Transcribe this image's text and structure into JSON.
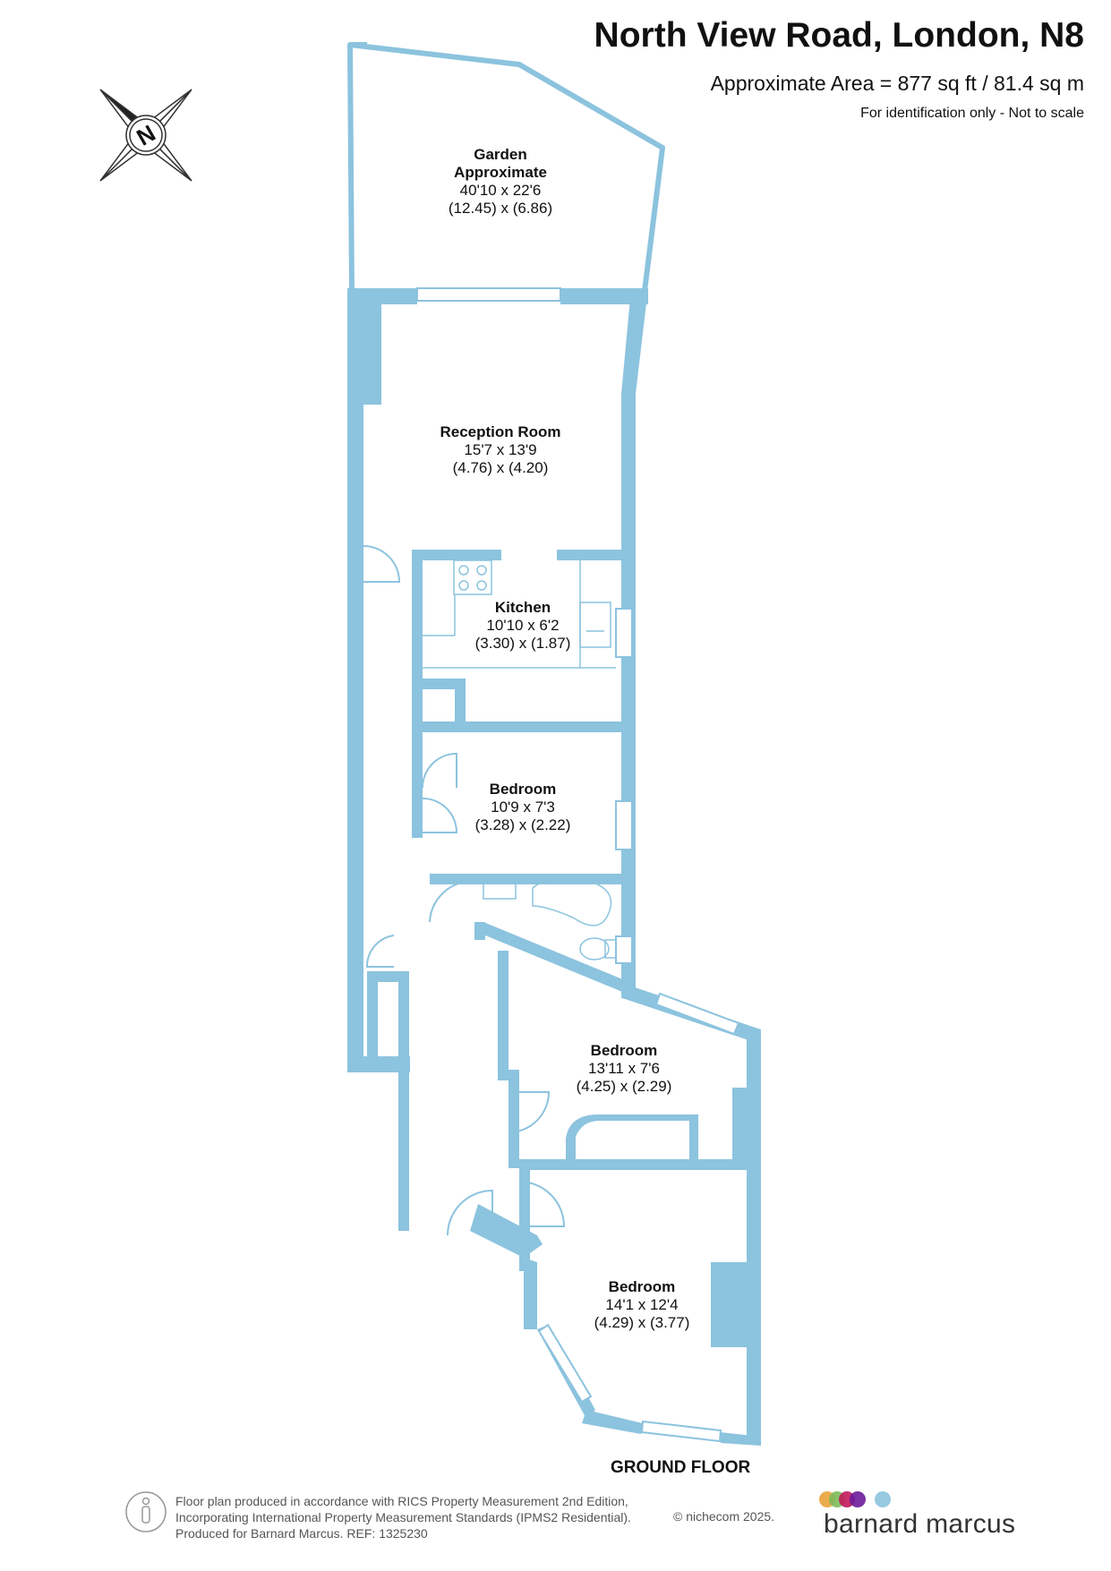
{
  "header": {
    "title": "North View Road, London, N8",
    "area": "Approximate Area = 877 sq ft / 81.4 sq m",
    "note": "For identification only - Not to scale"
  },
  "compass": {
    "letter": "N",
    "icon": "compass-icon"
  },
  "rooms": {
    "garden": {
      "name": "Garden",
      "name2": "Approximate",
      "imperial": "40'10 x 22'6",
      "metric": "(12.45) x (6.86)"
    },
    "reception": {
      "name": "Reception Room",
      "imperial": "15'7 x 13'9",
      "metric": "(4.76) x (4.20)"
    },
    "kitchen": {
      "name": "Kitchen",
      "imperial": "10'10 x 6'2",
      "metric": "(3.30) x (1.87)"
    },
    "bedroom1": {
      "name": "Bedroom",
      "imperial": "10'9 x 7'3",
      "metric": "(3.28) x (2.22)"
    },
    "bedroom2": {
      "name": "Bedroom",
      "imperial": "13'11 x 7'6",
      "metric": "(4.25) x (2.29)"
    },
    "bedroom3": {
      "name": "Bedroom",
      "imperial": "14'1 x 12'4",
      "metric": "(4.29) x (3.77)"
    }
  },
  "floor_label": "GROUND FLOOR",
  "footer": {
    "line1": "Floor plan produced in accordance with RICS Property Measurement 2nd Edition,",
    "line2": "Incorporating International Property Measurement Standards (IPMS2 Residential).",
    "line3": "Produced for Barnard Marcus.   REF: 1325230",
    "copyright": "© nichecom 2025.",
    "brand": "barnard marcus",
    "brand_dots": [
      "#e9a33a",
      "#7cba5a",
      "#c2185b",
      "#6a1b9a",
      "#8cc3de"
    ]
  },
  "colors": {
    "wall": "#8cc3de",
    "text": "#111111"
  }
}
